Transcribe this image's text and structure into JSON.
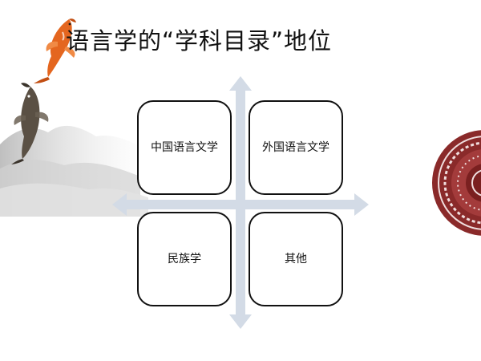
{
  "slide": {
    "title": "语言学的“学科目录”地位"
  },
  "quadrants": {
    "top_left": "中国语言文学",
    "top_right": "外国语言文学",
    "bottom_left": "民族学",
    "bottom_right": "其他"
  },
  "colors": {
    "arrow": "#d3dbe6",
    "card_border": "#111111",
    "koi_orange": "#e4661f",
    "seal_red": "#8a2a2a",
    "mist_gray": "#c8c8c8"
  },
  "icons": {
    "top_left": "koi-fish-orange",
    "left_fish": "koi-fish-dark",
    "left_mist": "ink-mountain-wash",
    "right_edge": "decorative-round-seal"
  }
}
